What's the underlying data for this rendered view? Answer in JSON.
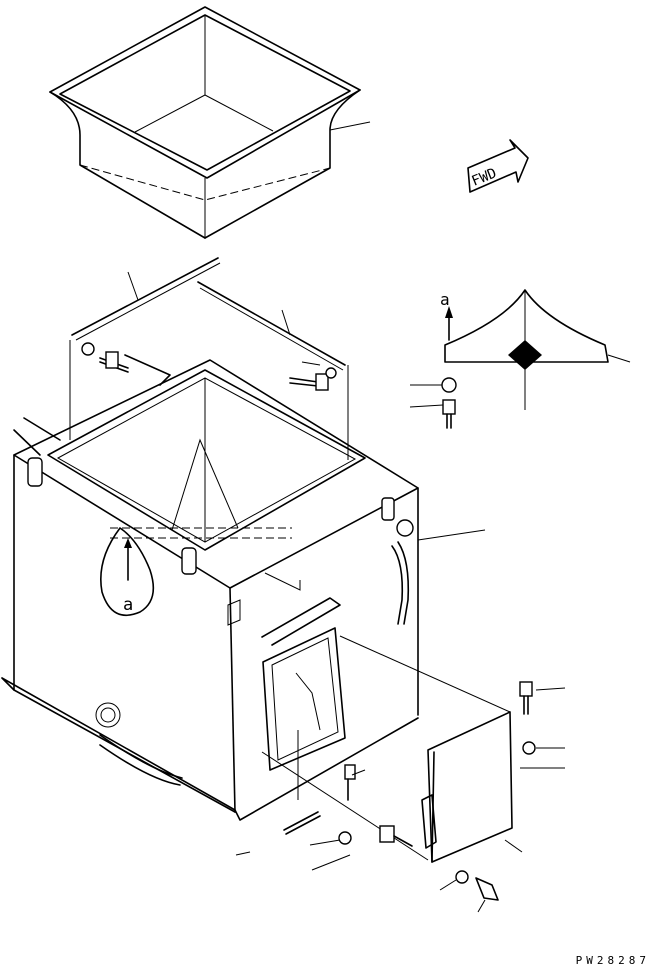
{
  "drawing": {
    "fwd_label": "FWD",
    "view_marker_top": "a",
    "view_marker_body": "a",
    "drawing_code": "PW28287"
  }
}
